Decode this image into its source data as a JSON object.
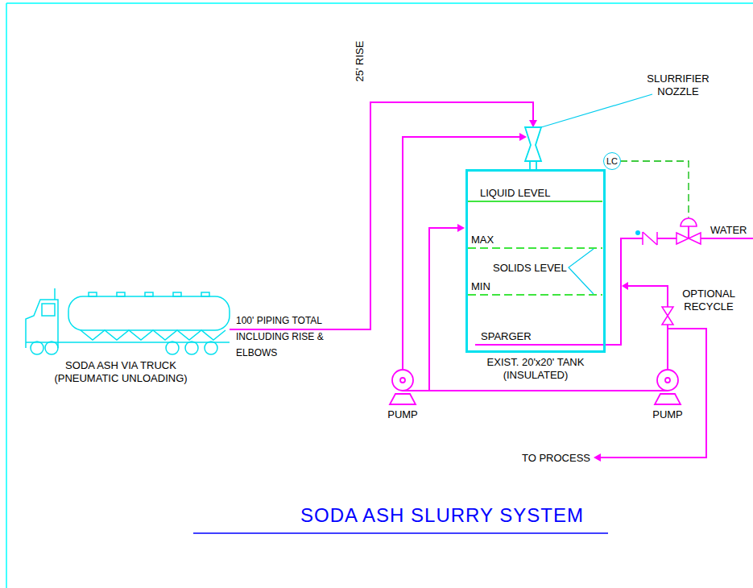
{
  "diagram": {
    "title": "SODA ASH SLURRY SYSTEM",
    "nodes": [
      {
        "text": [
          "LIQUID LEVEL",
          "MAX",
          "SOLIDS LEVEL",
          "MIN",
          "SPARGER",
          "EXIST. 20'x20' TANK (INSULATED)"
        ]
      },
      {
        "text": [
          "LC"
        ]
      }
    ],
    "labels": [
      "SLURRIFIER NOZZLE",
      "25' RISE",
      "100' PIPING TOTAL INCLUDING RISE & ELBOWS",
      "SODA ASH VIA TRUCK (PNEUMATIC UNLOADING)",
      "WATER",
      "OPTIONAL RECYCLE",
      "PUMP",
      "PUMP",
      "TO PROCESS"
    ]
  }
}
